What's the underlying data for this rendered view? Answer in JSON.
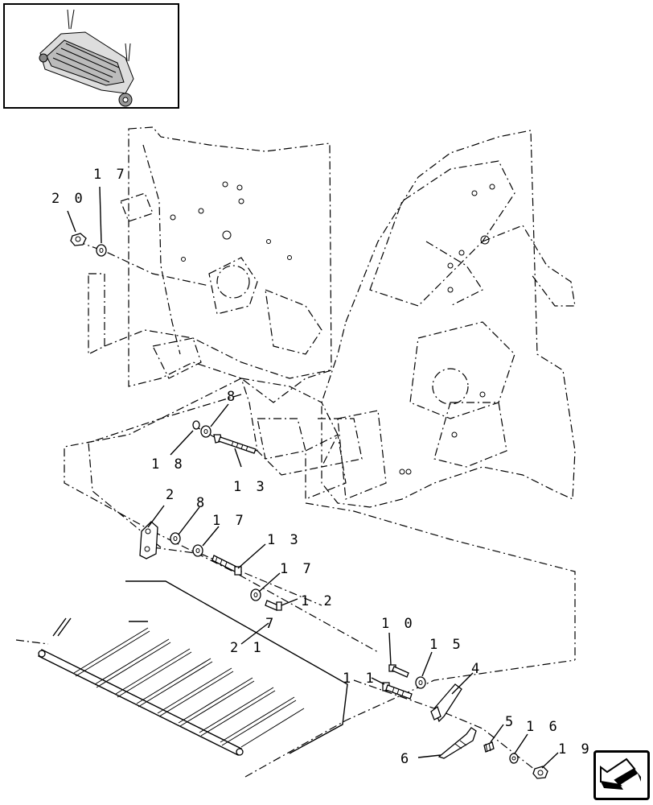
{
  "diagram": {
    "callouts": {
      "c20": "2 0",
      "c17a": "1 7",
      "c8a": "8",
      "c18": "1 8",
      "c13a": "1 3",
      "c2": "2",
      "c8b": "8",
      "c17b": "1 7",
      "c13b": "1 3",
      "c17c": "1 7",
      "c12": "1 2",
      "c7": "7",
      "c21": "2 1",
      "c10": "1 0",
      "c15": "1 5",
      "c11": "1 1",
      "c4": "4",
      "c5": "5",
      "c16": "1 6",
      "c6": "6",
      "c19": "1 9"
    },
    "thumbnail_icon": "baler-overview-thumbnail",
    "nav_icon": "previous-arrow-icon"
  }
}
